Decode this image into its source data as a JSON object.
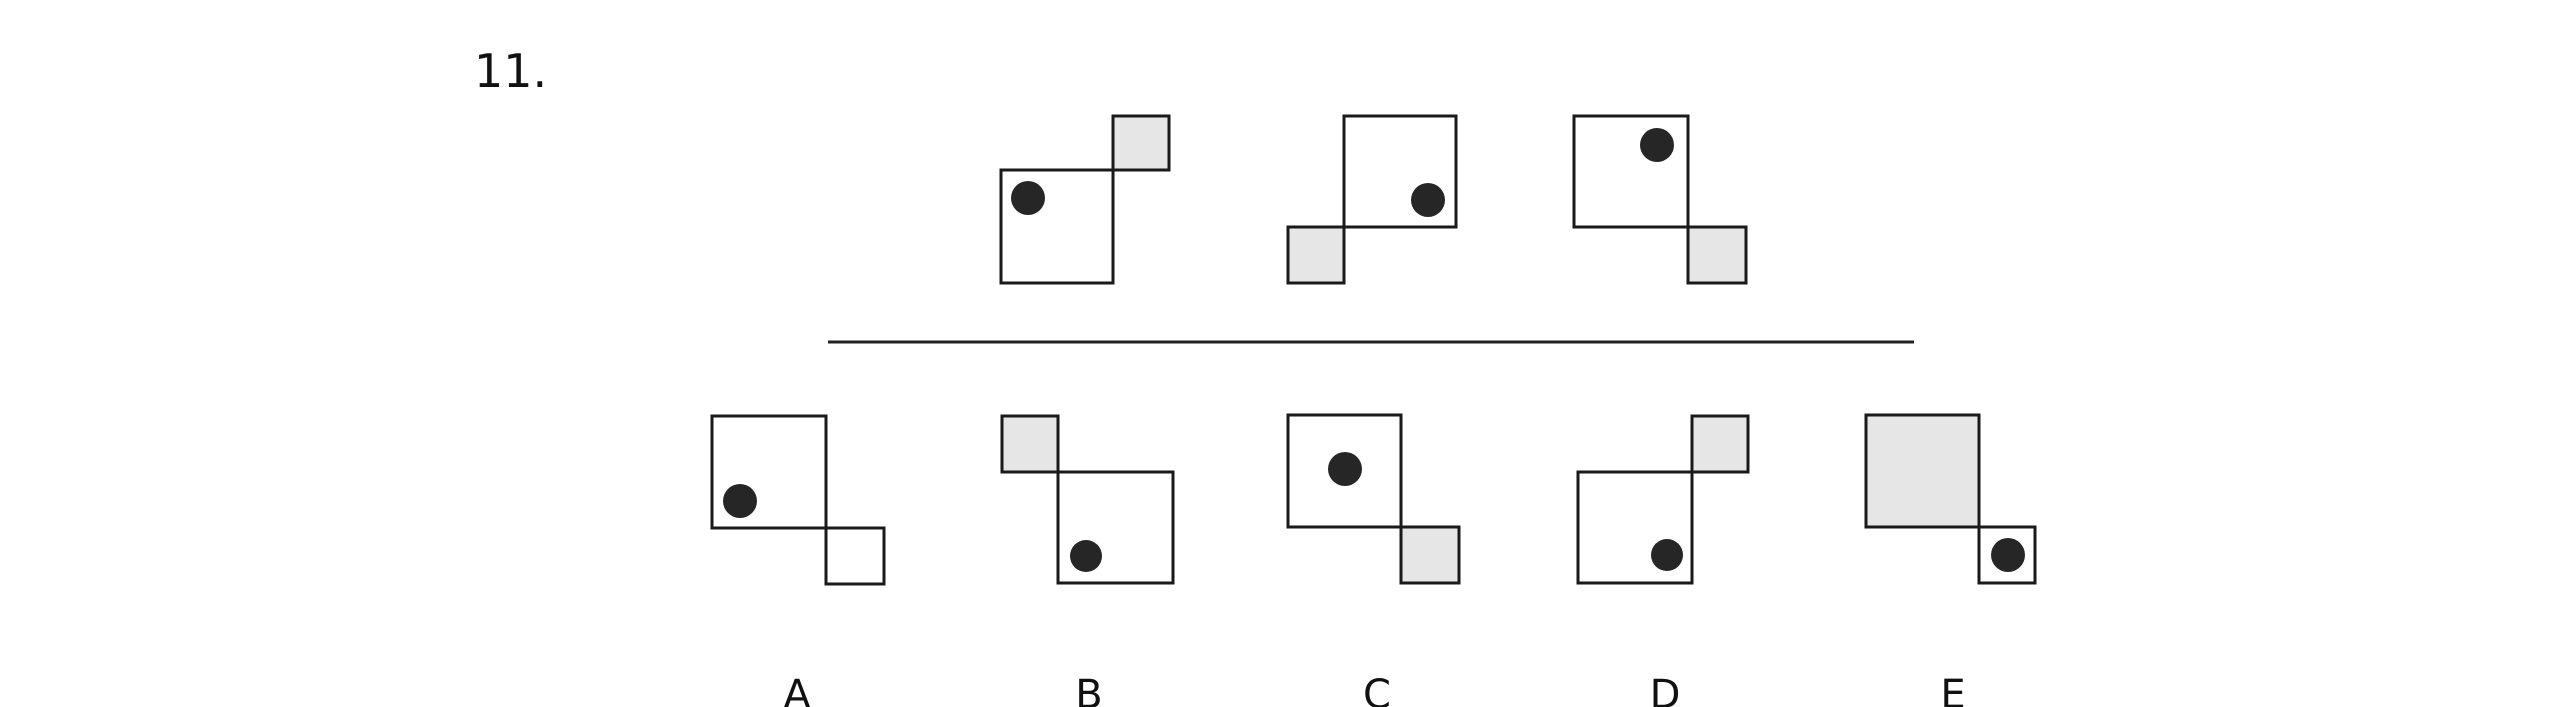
{
  "question": {
    "number": "11."
  },
  "colors": {
    "stroke": "#1a1a1a",
    "shade": "#e6e6e6",
    "dot": "#262626",
    "divider": "#222222"
  },
  "options": [
    {
      "label": "A"
    },
    {
      "label": "B"
    },
    {
      "label": "C"
    },
    {
      "label": "D"
    },
    {
      "label": "E"
    }
  ]
}
